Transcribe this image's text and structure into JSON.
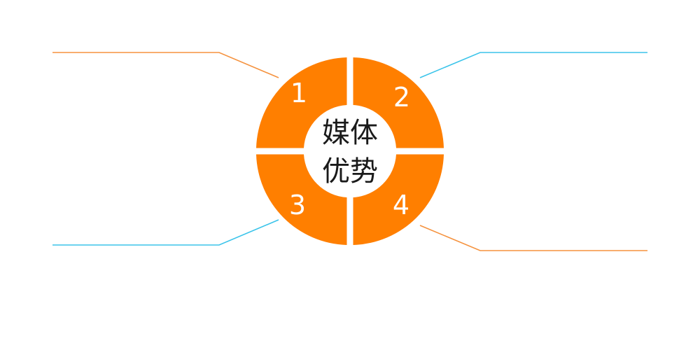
{
  "center": {
    "line1": "媒体",
    "line2": "优势"
  },
  "segments": [
    {
      "label": "1"
    },
    {
      "label": "2"
    },
    {
      "label": "3"
    },
    {
      "label": "4"
    }
  ],
  "colors": {
    "ring": "#FF7F00",
    "center_fill": "#ffffff",
    "line_orange": "#F5923E",
    "line_blue": "#3BC4EA"
  }
}
